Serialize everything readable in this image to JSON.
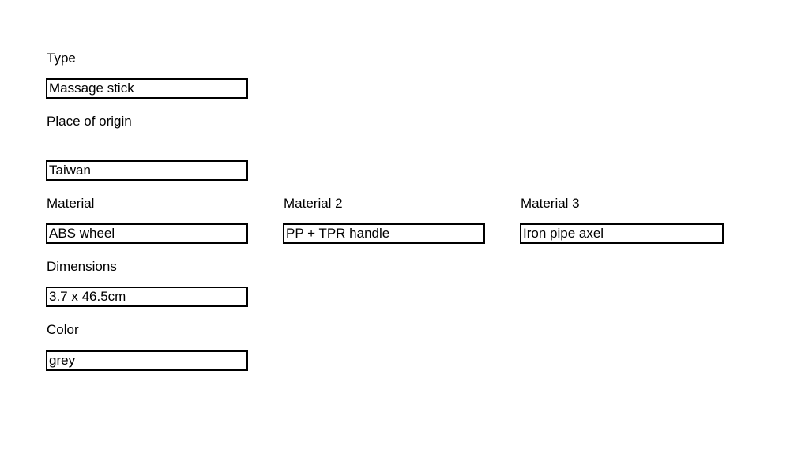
{
  "page": {
    "background": "#ffffff",
    "text_color": "#000000",
    "box_border_color": "#000000"
  },
  "fields": {
    "type": {
      "label": "Type",
      "value": "Massage stick"
    },
    "origin": {
      "label": "Place of origin",
      "value": "Taiwan"
    },
    "material": {
      "label": "Material",
      "value": "ABS wheel"
    },
    "material2": {
      "label": "Material 2",
      "value": "PP + TPR handle"
    },
    "material3": {
      "label": "Material 3",
      "value": "Iron pipe axel"
    },
    "dimensions": {
      "label": "Dimensions",
      "value": "3.7 x 46.5cm"
    },
    "color": {
      "label": "Color",
      "value": "grey"
    }
  }
}
